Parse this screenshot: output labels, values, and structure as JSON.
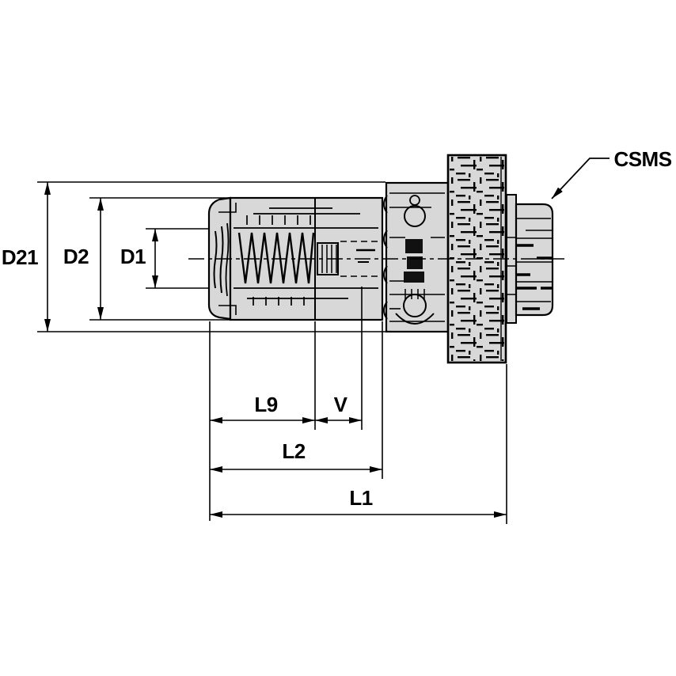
{
  "figure": {
    "callout": {
      "label": "CSMS"
    },
    "dimensions": {
      "vertical": [
        {
          "id": "d21",
          "label": "D21"
        },
        {
          "id": "d2",
          "label": "D2"
        },
        {
          "id": "d1",
          "label": "D1"
        }
      ],
      "horizontal": [
        {
          "id": "l9",
          "label": "L9"
        },
        {
          "id": "v",
          "label": "V"
        },
        {
          "id": "l2",
          "label": "L2"
        },
        {
          "id": "l1",
          "label": "L1"
        }
      ]
    },
    "colors": {
      "line": "#000000",
      "part_fill": "#d8d8d8",
      "background": "#ffffff"
    }
  }
}
